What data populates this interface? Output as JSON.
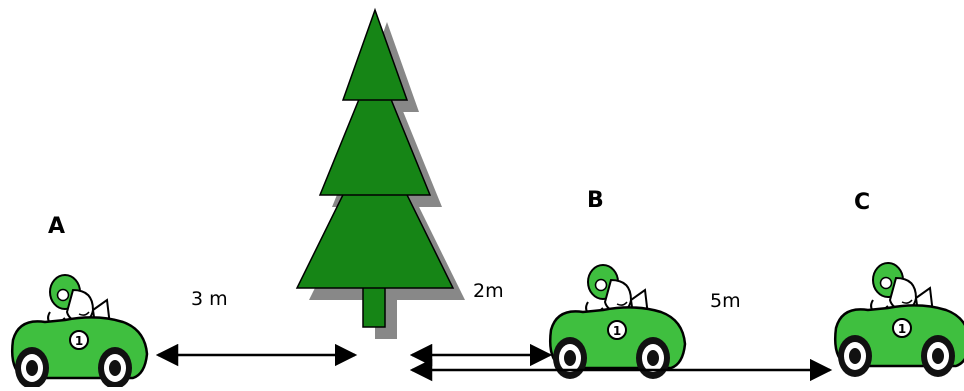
{
  "labels": {
    "car_a": "A",
    "car_b": "B",
    "car_c": "C",
    "dist_a_tree": "3 m",
    "dist_tree_b": "2m",
    "dist_b_c": "5m"
  },
  "car_numbers": {
    "a": "1",
    "b": "1",
    "c": "1"
  },
  "icons": {
    "tree": "pine-tree-icon",
    "car": "race-car-icon",
    "arrow": "double-arrow"
  },
  "colors": {
    "tree": "#168516",
    "tree_shadow": "#888888",
    "car_body": "#3fbf3f",
    "wheel": "#111111",
    "ink": "#000000"
  }
}
